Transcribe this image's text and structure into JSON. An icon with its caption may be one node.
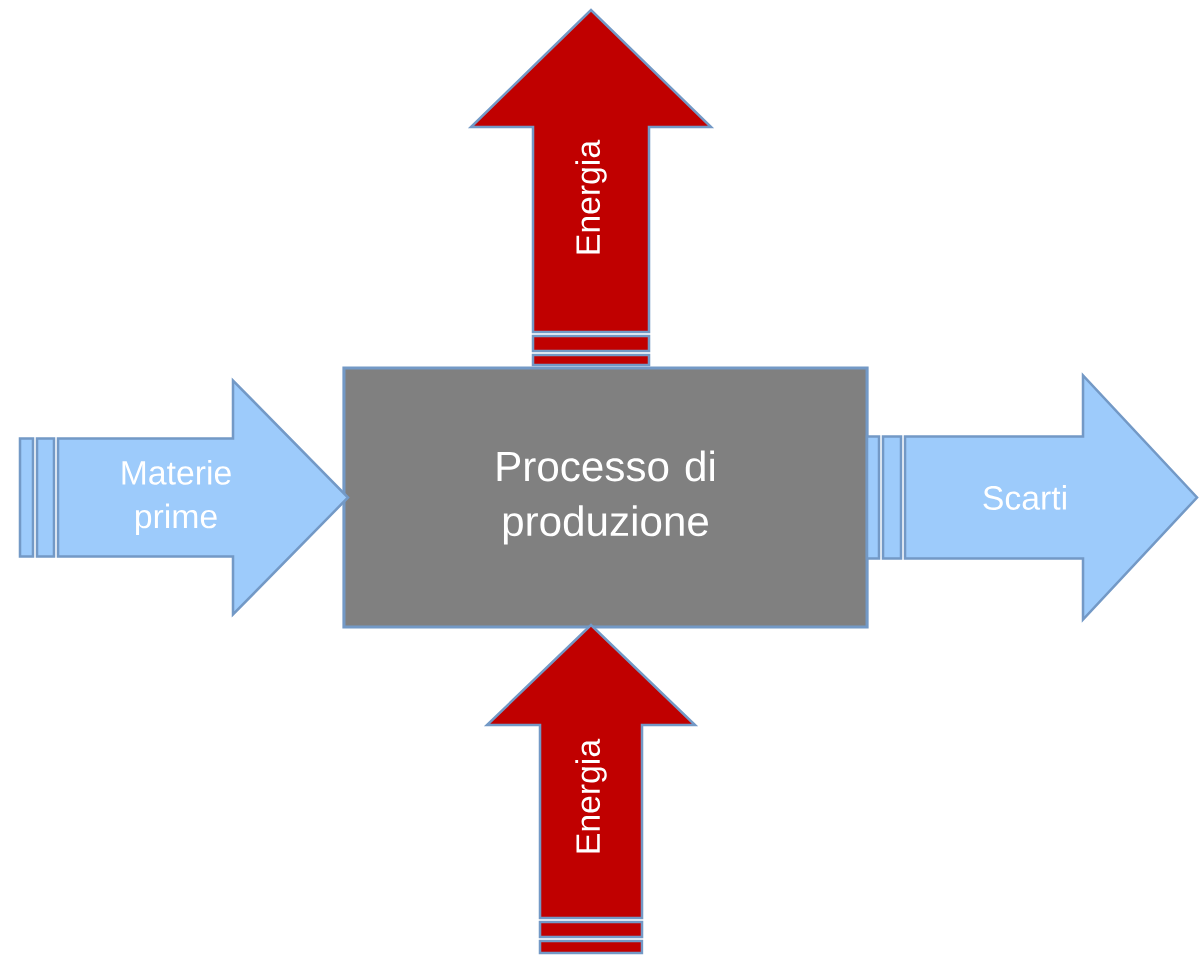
{
  "diagram": {
    "nodes": [
      {
        "text": [
          "Energia"
        ]
      },
      {
        "text": [
          "Materie prime"
        ]
      },
      {
        "text": [
          "Processo di produzione"
        ]
      },
      {
        "text": [
          "Scarti"
        ]
      },
      {
        "text": [
          "Energia"
        ]
      }
    ]
  }
}
